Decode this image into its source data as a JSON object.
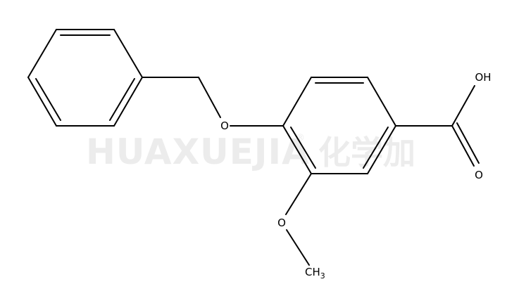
{
  "watermark": {
    "latin": "HUAXUEJIA",
    "registered": "®",
    "cjk": "化学加"
  },
  "atoms": {
    "hydroxyl": "OH",
    "carbonyl_o": "O",
    "ether_o": "O",
    "methoxy_o": "O",
    "methyl_c": "CH",
    "methyl_sub": "3"
  },
  "colors": {
    "bond": "#000000",
    "watermark": "#ececec"
  }
}
